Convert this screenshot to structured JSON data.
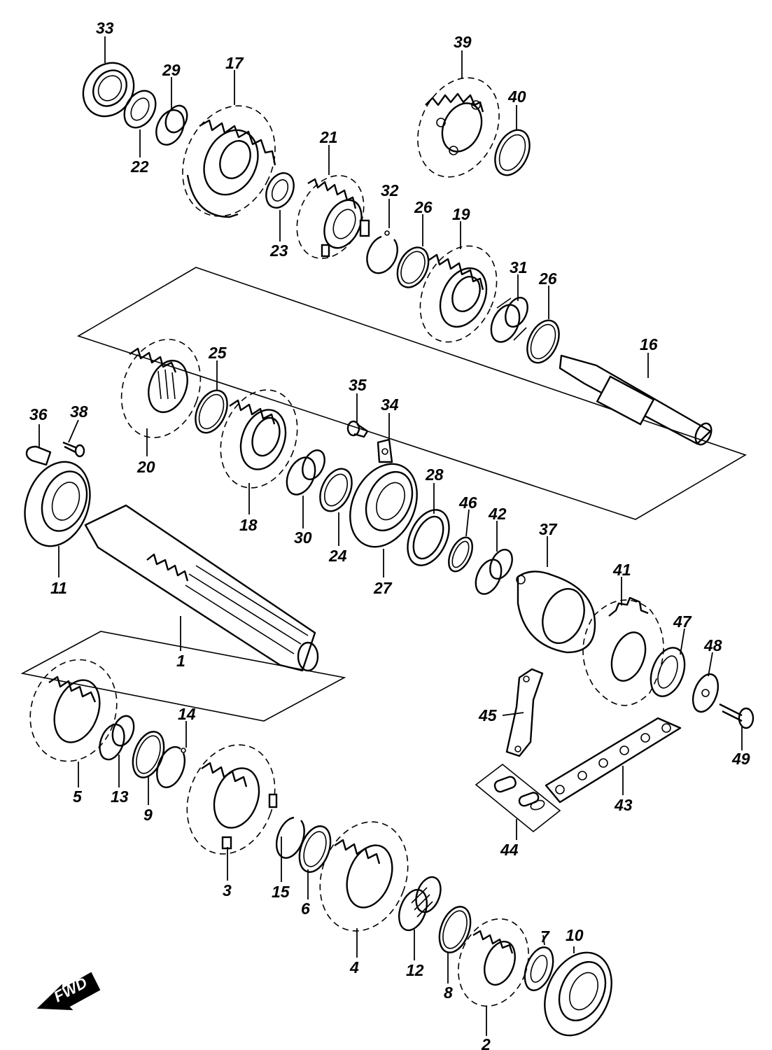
{
  "diagram": {
    "fwd_label": "FWD",
    "callouts": {
      "c33": "33",
      "c29": "29",
      "c17": "17",
      "c39": "39",
      "c40": "40",
      "c22": "22",
      "c21": "21",
      "c23": "23",
      "c32": "32",
      "c26a": "26",
      "c19": "19",
      "c31": "31",
      "c26b": "26",
      "c16": "16",
      "c25": "25",
      "c20": "20",
      "c35": "35",
      "c34": "34",
      "c36": "36",
      "c38": "38",
      "c18": "18",
      "c30": "30",
      "c24": "24",
      "c28": "28",
      "c46": "46",
      "c42": "42",
      "c27": "27",
      "c11": "11",
      "c37": "37",
      "c41": "41",
      "c47": "47",
      "c48": "48",
      "c1": "1",
      "c45": "45",
      "c49": "49",
      "c14": "14",
      "c43": "43",
      "c44": "44",
      "c5": "5",
      "c13": "13",
      "c9": "9",
      "c3": "3",
      "c15": "15",
      "c6": "6",
      "c4": "4",
      "c12": "12",
      "c8": "8",
      "c7": "7",
      "c10": "10",
      "c2": "2"
    }
  }
}
